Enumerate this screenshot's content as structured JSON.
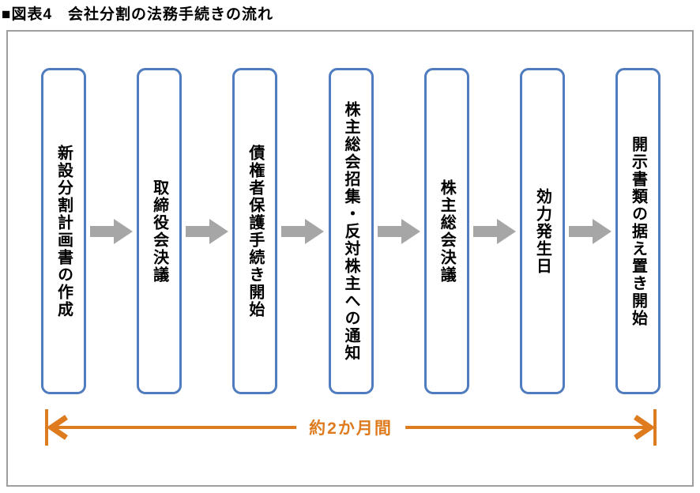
{
  "figure": {
    "title": "■図表4　会社分割の法務手続きの流れ"
  },
  "steps": [
    "新設分割計画書の作成",
    "取締役会決議",
    "債権者保護手続き開始",
    "株主総会招集・反対株主への通知",
    "株主総会決議",
    "効力発生日",
    "開示書類の据え置き開始"
  ],
  "timeline": {
    "label": "約2か月間"
  },
  "colors": {
    "box_border": "#4E7CBE",
    "flow_arrow": "#A6A6A6",
    "timeline": "#DD7B1E",
    "frame_border": "#9E9E9E"
  }
}
